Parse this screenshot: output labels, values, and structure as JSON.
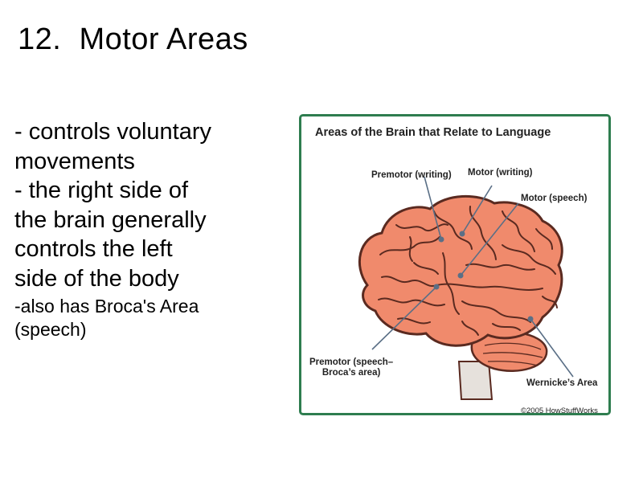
{
  "slide": {
    "title": "12.  Motor Areas",
    "bullets": [
      "- controls voluntary\nmovements",
      "- the right side of\nthe brain generally\ncontrols the left\nside of the body"
    ],
    "note": "-also has Broca's Area\n(speech)"
  },
  "figure": {
    "title": "Areas of the Brain that Relate to Language",
    "labels": {
      "premotor_writing": "Premotor (writing)",
      "motor_writing": "Motor (writing)",
      "motor_speech": "Motor (speech)",
      "premotor_speech": "Premotor (speech–\nBroca’s area)",
      "wernicke": "Wernicke’s Area"
    },
    "credit": "©2005 HowStuffWorks",
    "colors": {
      "border": "#2e7d4f",
      "brain_fill": "#f08a6c",
      "brain_outline": "#5a2a20",
      "stem_fill": "#e6e1dc",
      "pointer": "#5a6f86"
    }
  }
}
